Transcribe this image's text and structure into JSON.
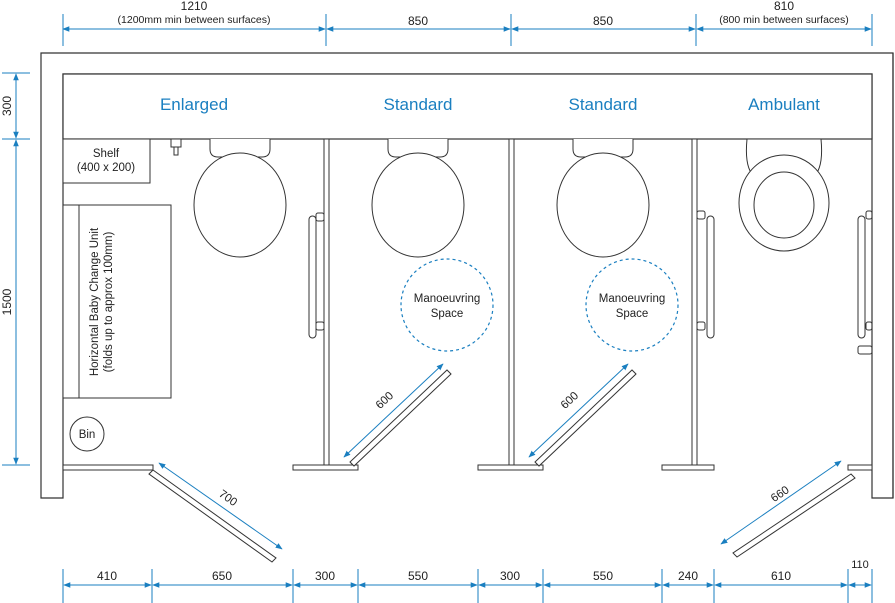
{
  "top_dimensions": [
    {
      "value": "1210",
      "note": "(1200mm min between surfaces)"
    },
    {
      "value": "850",
      "note": ""
    },
    {
      "value": "850",
      "note": ""
    },
    {
      "value": "810",
      "note": "(800 min between surfaces)"
    }
  ],
  "side_dimensions": [
    "300",
    "1500"
  ],
  "cubicles": [
    "Enlarged",
    "Standard",
    "Standard",
    "Ambulant"
  ],
  "fixtures": {
    "shelf_title": "Shelf",
    "shelf_size": "(400 x 200)",
    "baby_change_line1": "Horizontal Baby Change Unit",
    "baby_change_line2": "(folds up to approx 100mm)",
    "bin": "Bin"
  },
  "manoeuvring": {
    "line1": "Manoeuvring",
    "line2": "Space"
  },
  "door_swings": [
    "700",
    "600",
    "600",
    "660"
  ],
  "bottom_dimensions": [
    "410",
    "650",
    "300",
    "550",
    "300",
    "550",
    "240",
    "610",
    "110"
  ],
  "colors": {
    "accent": "#1a7fc0",
    "line": "#333333"
  }
}
